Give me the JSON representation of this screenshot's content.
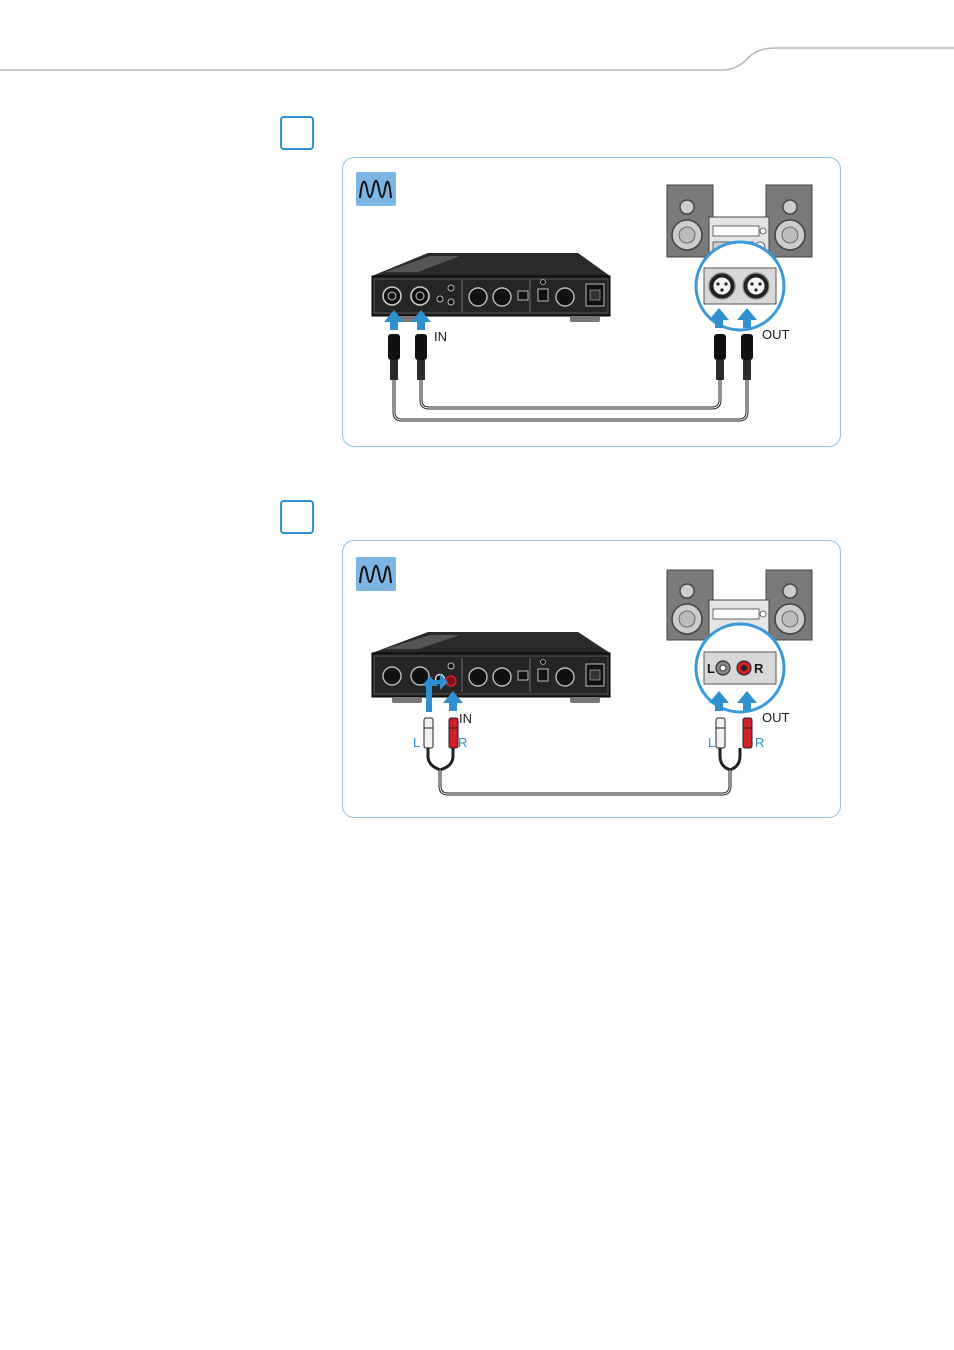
{
  "figure_a": {
    "in_label": "IN",
    "out_label": "OUT"
  },
  "figure_b": {
    "in_label": "IN",
    "out_label": "OUT",
    "in_left": "L",
    "in_right": "R",
    "out_left": "L",
    "out_right": "R",
    "zoom_left": "L",
    "zoom_right": "R"
  },
  "icons": {
    "step_marker": "checkbox-square-icon",
    "signal": "analog-sine-wave-icon"
  },
  "colors": {
    "accent": "#2f8fd0",
    "panel_border": "#8ec4ea",
    "wave_bg": "#7db6e4",
    "rca_red": "#d0202a"
  }
}
